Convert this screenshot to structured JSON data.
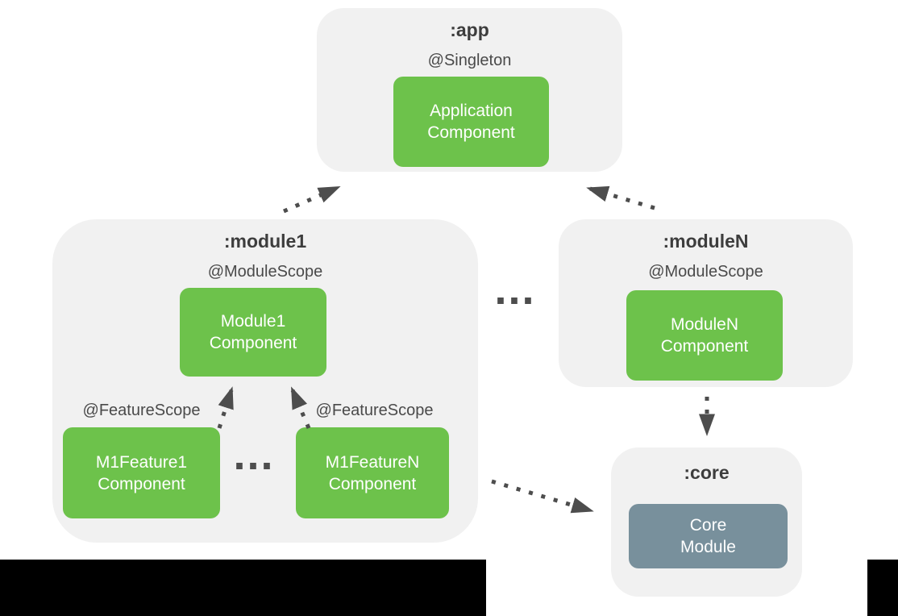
{
  "diagram": {
    "app": {
      "title": ":app",
      "scope": "@Singleton",
      "component": [
        "Application",
        "Component"
      ]
    },
    "module1": {
      "title": ":module1",
      "scope": "@ModuleScope",
      "component": [
        "Module1",
        "Component"
      ],
      "feature1": {
        "scope": "@FeatureScope",
        "component": [
          "M1Feature1",
          "Component"
        ]
      },
      "featureN": {
        "scope": "@FeatureScope",
        "component": [
          "M1FeatureN",
          "Component"
        ]
      },
      "features_ellipsis": "..."
    },
    "moduleN": {
      "title": ":moduleN",
      "scope": "@ModuleScope",
      "component": [
        "ModuleN",
        "Component"
      ]
    },
    "core": {
      "title": ":core",
      "component": [
        "Core",
        "Module"
      ]
    },
    "modules_ellipsis": "..."
  },
  "colors": {
    "component_green": "#6dc24b",
    "core_blue_gray": "#78909c",
    "container_gray": "#f1f1f1",
    "arrow_gray": "#4d4d4d",
    "title_gray": "#3d3d3d",
    "label_gray": "#4a4a4a"
  }
}
